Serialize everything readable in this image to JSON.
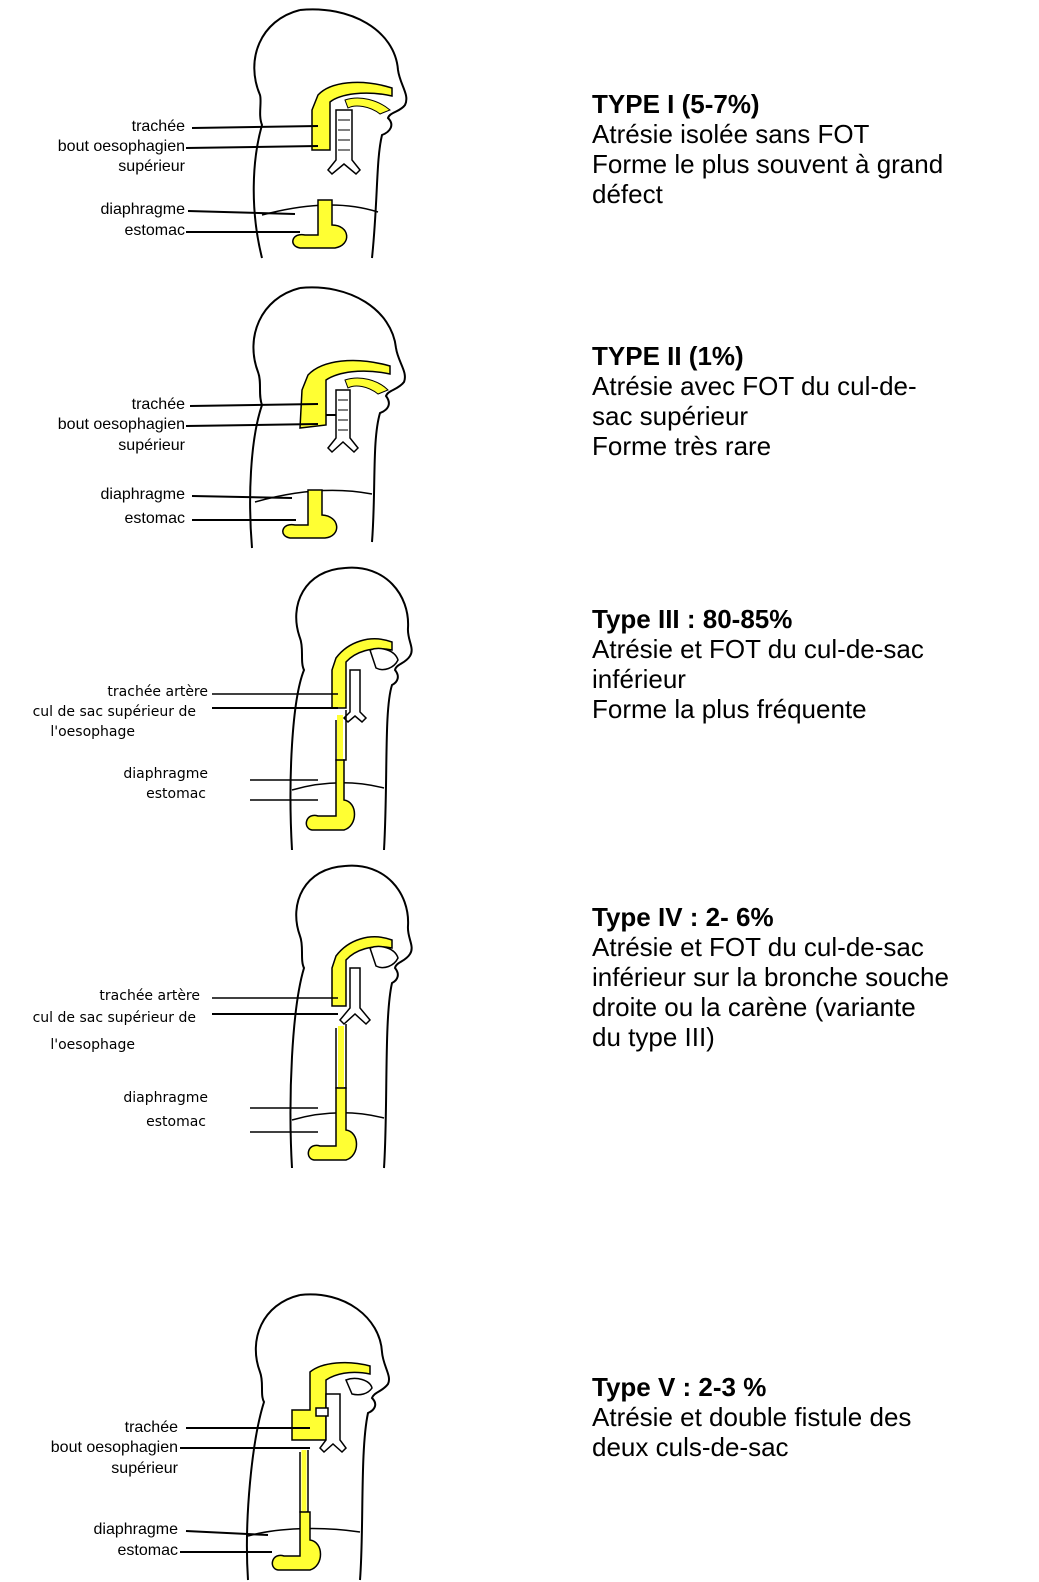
{
  "panels": [
    {
      "id": "type1",
      "title": "TYPE I (5-7%)",
      "lines": [
        "Atrésie isolée sans FOT",
        "Forme le plus souvent à grand",
        "défect"
      ],
      "labels": [
        "trachée",
        "bout oesophagien",
        "supérieur",
        "diaphragme",
        "estomac"
      ]
    },
    {
      "id": "type2",
      "title": "TYPE II (1%)",
      "lines": [
        "Atrésie avec FOT du cul-de-",
        "sac supérieur",
        "Forme très rare"
      ],
      "labels": [
        "trachée",
        "bout oesophagien",
        "supérieur",
        "diaphragme",
        "estomac"
      ]
    },
    {
      "id": "type3",
      "title": "Type III : 80-85%",
      "lines": [
        "Atrésie et FOT du cul-de-sac",
        "inférieur",
        "Forme la plus fréquente"
      ],
      "labels": [
        "trachée artère",
        "cul de sac supérieur de",
        "l'oesophage",
        "diaphragme",
        "estomac"
      ]
    },
    {
      "id": "type4",
      "title": "Type IV : 2- 6%",
      "lines": [
        "Atrésie et FOT du cul-de-sac",
        "inférieur sur la bronche souche",
        "droite ou la carène (variante",
        "du type III)"
      ],
      "labels": [
        "trachée artère",
        "cul de sac supérieur de",
        "l'oesophage",
        "diaphragme",
        "estomac"
      ]
    },
    {
      "id": "type5",
      "title": "Type V : 2-3 %",
      "lines": [
        "Atrésie et double fistule des",
        "deux culs-de-sac"
      ],
      "labels": [
        "trachée",
        "bout oesophagien",
        "supérieur",
        "diaphragme",
        "estomac"
      ]
    }
  ],
  "colors": {
    "organ_fill": "#ffff33",
    "outline": "#000000"
  }
}
